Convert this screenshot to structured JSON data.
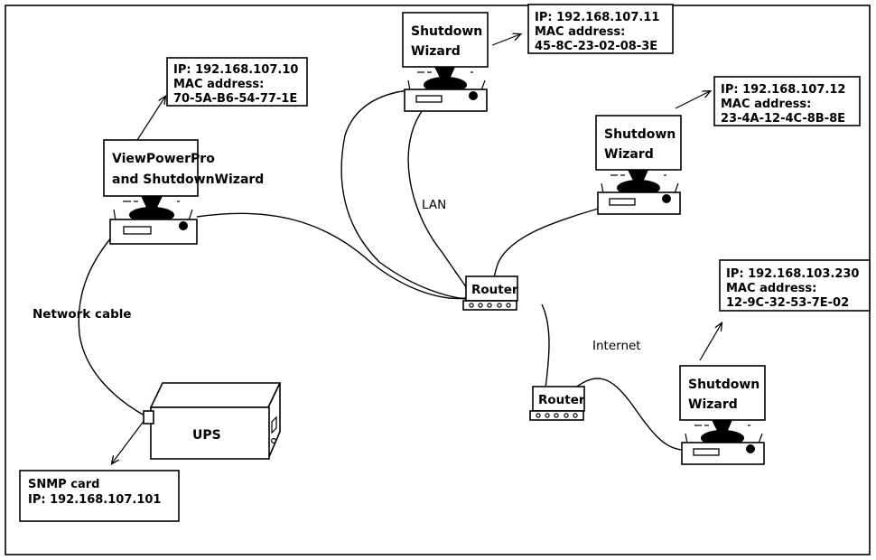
{
  "diagram": {
    "title": "Network topology with UPS, ViewPowerPro and ShutdownWizard clients",
    "border_color": "#000000",
    "line_color": "#000000",
    "background": "#ffffff"
  },
  "nodes": {
    "viewpowerpro": {
      "line1": "ViewPowerPro",
      "line2": "and ShutdownWizard"
    },
    "pc_top": {
      "line1": "Shutdown",
      "line2": "Wizard"
    },
    "pc_right": {
      "line1": "Shutdown",
      "line2": "Wizard"
    },
    "pc_bottom": {
      "line1": "Shutdown",
      "line2": "Wizard"
    },
    "router_lan": {
      "label": "Router",
      "ports": 5
    },
    "router_internet": {
      "label": "Router",
      "ports": 5
    },
    "ups": {
      "label": "UPS"
    }
  },
  "callouts": {
    "viewpowerpro_info": {
      "line1": "IP: 192.168.107.10",
      "line2": "MAC address:",
      "line3": "70-5A-B6-54-77-1E"
    },
    "pc_top_info": {
      "line1": "IP: 192.168.107.11",
      "line2": "MAC address:",
      "line3": "45-8C-23-02-08-3E"
    },
    "pc_right_info": {
      "line1": "IP: 192.168.107.12",
      "line2": "MAC address:",
      "line3": "23-4A-12-4C-8B-8E"
    },
    "pc_bottom_info": {
      "line1": "IP: 192.168.103.230",
      "line2": "MAC address:",
      "line3": "12-9C-32-53-7E-02"
    },
    "snmp_card": {
      "line1": "SNMP card",
      "line2": "IP: 192.168.107.101"
    }
  },
  "link_labels": {
    "lan": "LAN",
    "internet": "Internet",
    "network_cable": "Network cable"
  }
}
